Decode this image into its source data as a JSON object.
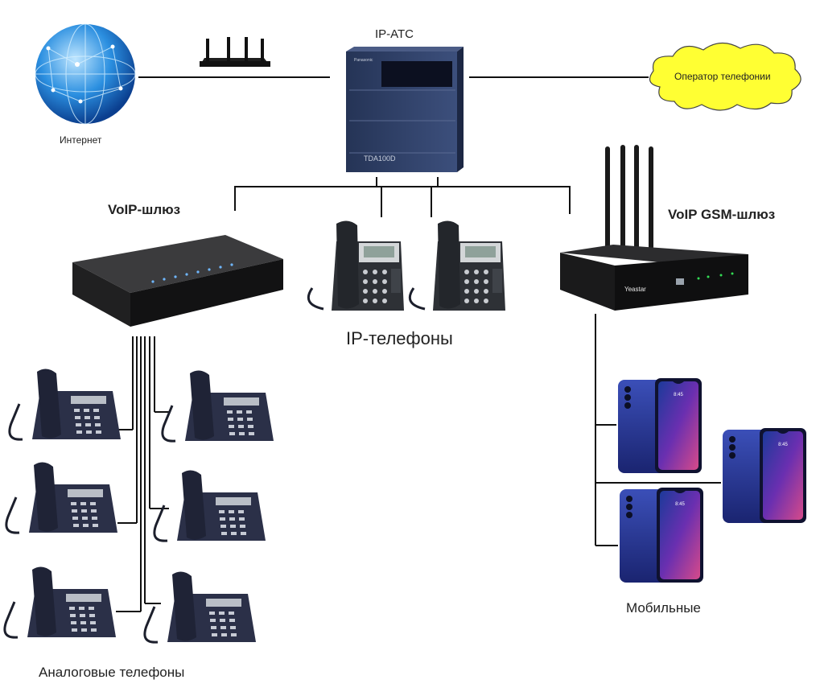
{
  "labels": {
    "internet": "Интернет",
    "ip_pbx": "IP-АТС",
    "operator": "Оператор телефонии",
    "voip_gateway": "VoIP-шлюз",
    "voip_gsm_gateway": "VoIP GSM-шлюз",
    "ip_phones": "IP-телефоны",
    "analog_phones": "Аналоговые телефоны",
    "mobiles": "Мобильные"
  },
  "device_marks": {
    "pbx_brand": "Panasonic",
    "pbx_model": "TDA100D",
    "gsm_brand": "Yeastar"
  },
  "colors": {
    "line": "#111111",
    "cloud_fill": "#ffff33",
    "globe": "#1e74c9",
    "pbx_body": "#2f3f66",
    "gateway_body": "#252525",
    "phone_body": "#2b3048"
  }
}
